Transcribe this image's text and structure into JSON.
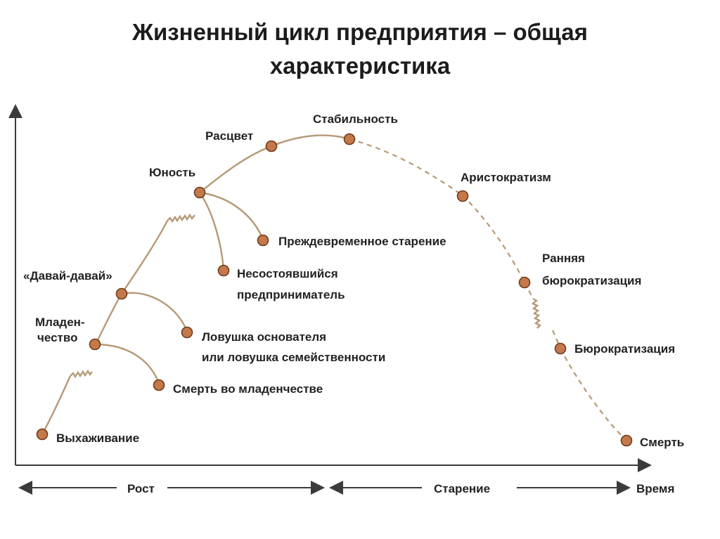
{
  "title": {
    "line1": "Жизненный цикл предприятия – общая",
    "line2": "характеристика"
  },
  "stages": {
    "vyhazhivanie": "Выхаживание",
    "mladenchestvo_1": "Младен-",
    "mladenchestvo_2": "чество",
    "davai": "«Давай-давай»",
    "yunost": "Юность",
    "rascvet": "Расцвет",
    "stabilnost": "Стабильность",
    "aristokratizm": "Аристократизм",
    "rannyaya_1": "Ранняя",
    "rannyaya_2": "бюрократизация",
    "byurokratizaciya": "Бюрократизация",
    "smert": "Смерть"
  },
  "traps": {
    "smert_mladenchestvo": "Смерть во младенчестве",
    "lovushka_1": "Ловушка основателя",
    "lovushka_2": "или ловушка семейственности",
    "nesost_1": "Несостоявшийся",
    "nesost_2": "предприниматель",
    "prezhdevremennoe": "Преждевременное старение"
  },
  "axis": {
    "growth": "Рост",
    "aging": "Старение",
    "time": "Время"
  },
  "colors": {
    "curve": "#b59a77",
    "dot_fill": "#c4794a",
    "dot_stroke": "#6e3b1d",
    "axis": "#3b3b3b"
  }
}
